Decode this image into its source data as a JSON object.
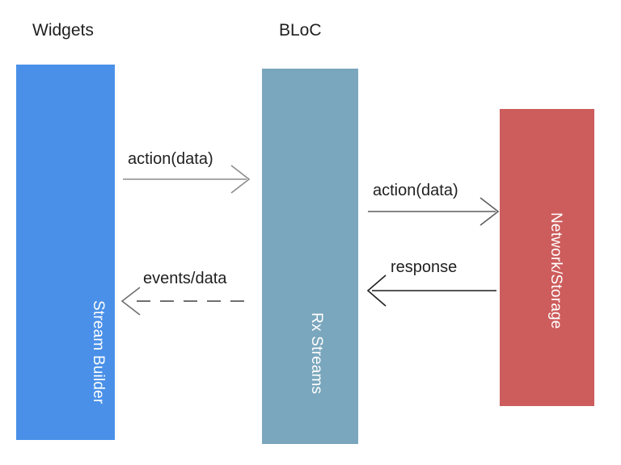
{
  "diagram": {
    "title_hidden": "",
    "background": "#ffffff",
    "columns": [
      {
        "id": "widgets",
        "title": "Widgets",
        "box_label": "Stream Builder",
        "color": "#4a90e8",
        "text_color": "#ffffff"
      },
      {
        "id": "bloc",
        "title": "BLoC",
        "box_label": "Rx Streams",
        "color": "#7aa7bd",
        "text_color": "#ffffff"
      },
      {
        "id": "network",
        "title": "",
        "box_label": "Network/Storage",
        "color": "#cd5c5c",
        "text_color": "#ffffff"
      }
    ],
    "edges": [
      {
        "id": "widgets-to-bloc",
        "label": "action(data)",
        "direction": "right",
        "style": "solid",
        "color": "#7a7a7a"
      },
      {
        "id": "bloc-to-network",
        "label": "action(data)",
        "direction": "right",
        "style": "solid",
        "color": "#555555"
      },
      {
        "id": "bloc-to-widgets",
        "label": "events/data",
        "direction": "left",
        "style": "dashed",
        "color": "#6f6f6f"
      },
      {
        "id": "network-to-bloc",
        "label": "response",
        "direction": "left",
        "style": "solid",
        "color": "#1f1f1f"
      }
    ]
  }
}
